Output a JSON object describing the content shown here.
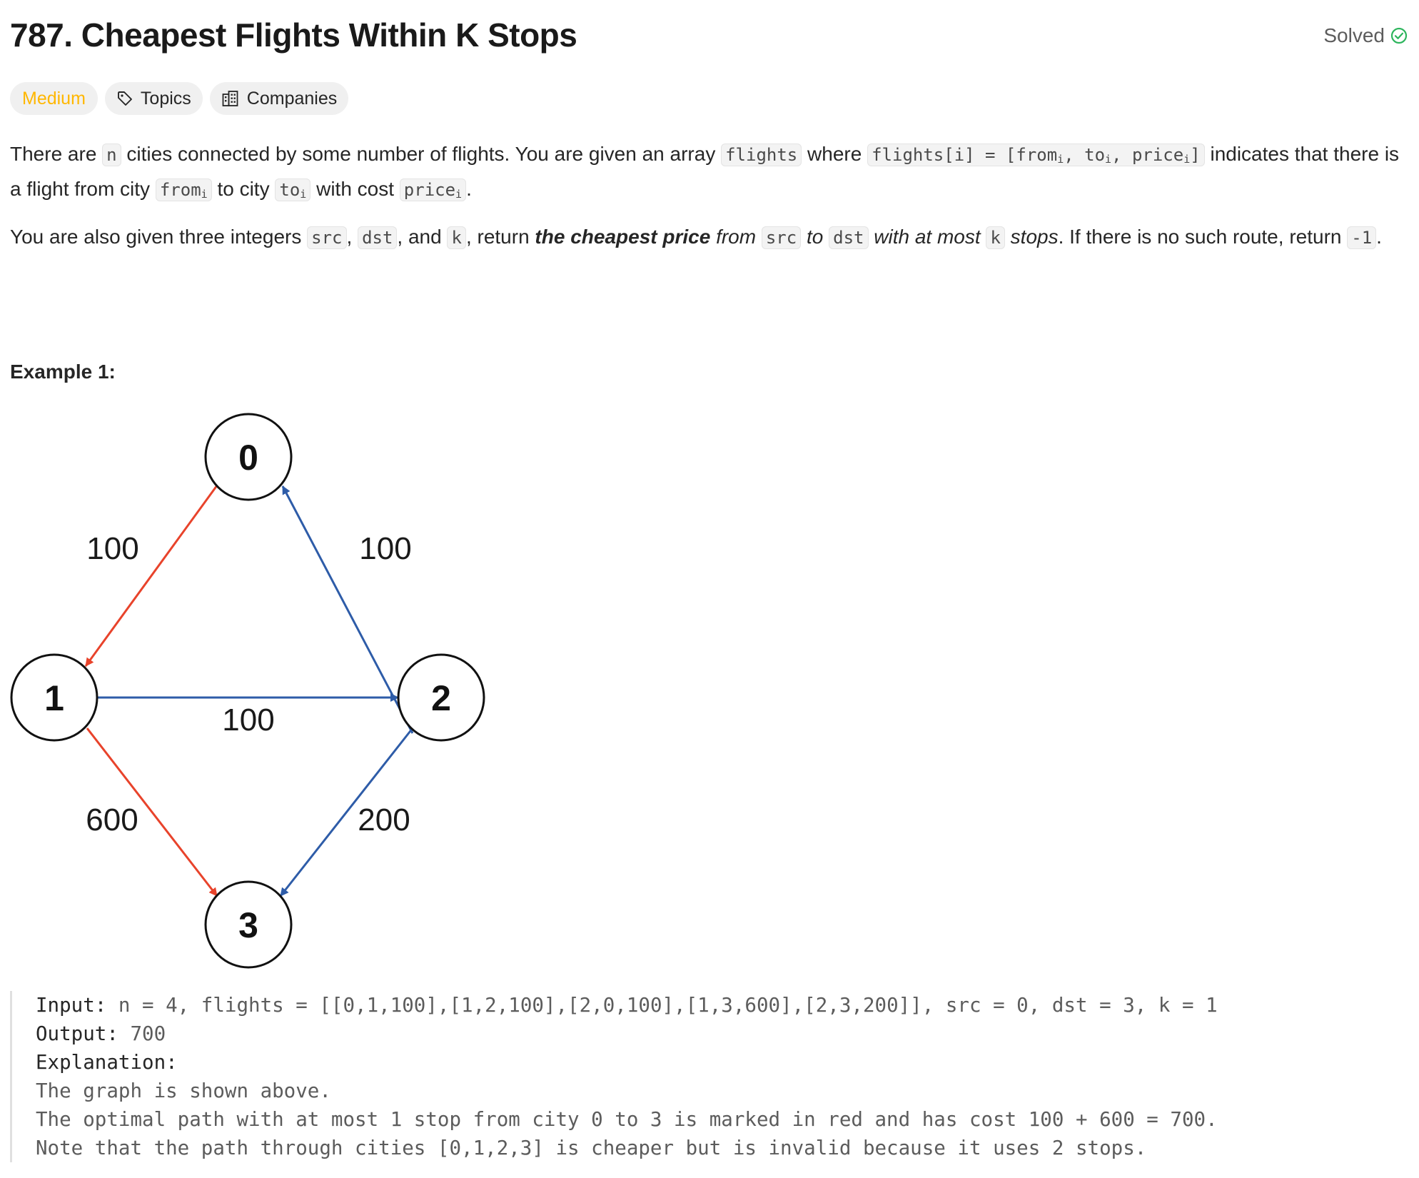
{
  "problem": {
    "title": "787. Cheapest Flights Within K Stops",
    "status": "Solved",
    "difficulty": "Medium",
    "topics_label": "Topics",
    "companies_label": "Companies"
  },
  "description": {
    "p1": {
      "t1": "There are ",
      "c_n": "n",
      "t2": " cities connected by some number of flights. You are given an array ",
      "c_flights": "flights",
      "t3": " where ",
      "c_expr_a": "flights[i] = [from",
      "c_expr_sub1": "i",
      "c_expr_b": ", to",
      "c_expr_sub2": "i",
      "c_expr_c": ", price",
      "c_expr_sub3": "i",
      "c_expr_d": "]",
      "t4": " indicates that there is a flight from city ",
      "c_from": "from",
      "c_from_sub": "i",
      "t5": " to city ",
      "c_to": "to",
      "c_to_sub": "i",
      "t6": " with cost ",
      "c_price": "price",
      "c_price_sub": "i",
      "t7": "."
    },
    "p2": {
      "t1": "You are also given three integers ",
      "c_src": "src",
      "t2": ", ",
      "c_dst": "dst",
      "t3": ", and ",
      "c_k": "k",
      "t4": ", return ",
      "strong": "the cheapest price",
      "em1": " from ",
      "c_src2": "src",
      "em2": " to ",
      "c_dst2": "dst",
      "em3": " with at most ",
      "c_k2": "k",
      "em4": " stops",
      "t5": ". If there is no such route, return ",
      "c_neg": "-1",
      "t6": "."
    }
  },
  "example1": {
    "title": "Example 1:",
    "graph": {
      "nodes": [
        "0",
        "1",
        "2",
        "3"
      ],
      "edges": [
        {
          "from": "0",
          "to": "1",
          "cost": "100",
          "color": "#e8432b"
        },
        {
          "from": "2",
          "to": "0",
          "cost": "100",
          "color": "#2e5ca8"
        },
        {
          "from": "1",
          "to": "2",
          "cost": "100",
          "color": "#2e5ca8"
        },
        {
          "from": "1",
          "to": "3",
          "cost": "600",
          "color": "#e8432b"
        },
        {
          "from": "2",
          "to": "3",
          "cost": "200",
          "color": "#2e5ca8"
        }
      ]
    },
    "input_label": "Input:",
    "input_value": " n = 4, flights = [[0,1,100],[1,2,100],[2,0,100],[1,3,600],[2,3,200]], src = 0, dst = 3, k = 1",
    "output_label": "Output:",
    "output_value": " 700",
    "explanation_label": "Explanation:",
    "explanation_lines": [
      "The graph is shown above.",
      "The optimal path with at most 1 stop from city 0 to 3 is marked in red and has cost 100 + 600 = 700.",
      "Note that the path through cities [0,1,2,3] is cheaper but is invalid because it uses 2 stops."
    ]
  },
  "colors": {
    "difficulty_medium": "#ffb700",
    "solved_check": "#2db55d",
    "edge_red": "#e8432b",
    "edge_blue": "#2e5ca8"
  }
}
